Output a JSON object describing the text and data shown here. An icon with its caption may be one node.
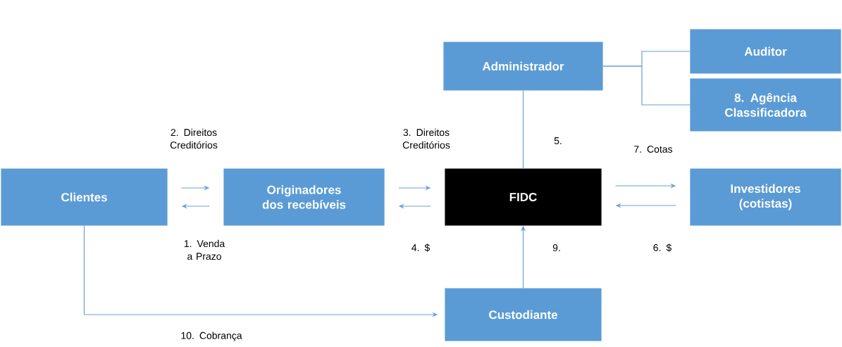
{
  "diagram": {
    "nodes": [
      {
        "text": [
          "Clientes"
        ]
      },
      {
        "text": [
          "Originadores dos recebíveis"
        ]
      },
      {
        "text": [
          "FIDC"
        ]
      },
      {
        "text": [
          "Administrador"
        ]
      },
      {
        "text": [
          "Auditor"
        ]
      },
      {
        "text": [
          "8. Agência Classificadora"
        ]
      },
      {
        "text": [
          "Investidores (cotistas)"
        ]
      },
      {
        "text": [
          "Custodiante"
        ]
      }
    ],
    "edges": [
      {
        "from": 0,
        "to": 1,
        "arrow": "to",
        "label": "2. Direitos Creditórios"
      },
      {
        "from": 1,
        "to": 0,
        "arrow": "to",
        "label": "1. Venda a Prazo"
      },
      {
        "from": 1,
        "to": 2,
        "arrow": "to",
        "label": "3. Direitos Creditórios"
      },
      {
        "from": 2,
        "to": 1,
        "arrow": "to",
        "label": "4. $"
      },
      {
        "from": 2,
        "to": 6,
        "arrow": "to",
        "label": "7. Cotas"
      },
      {
        "from": 6,
        "to": 2,
        "arrow": "to",
        "label": "6. $"
      },
      {
        "from": 3,
        "to": 2,
        "arrow": "none",
        "label": "5."
      },
      {
        "from": 3,
        "to": 4,
        "arrow": "none"
      },
      {
        "from": 3,
        "to": 5,
        "arrow": "none"
      },
      {
        "from": 7,
        "to": 2,
        "arrow": "to",
        "label": "9."
      },
      {
        "from": 0,
        "to": 7,
        "arrow": "to",
        "label": "10. Cobrança"
      }
    ]
  }
}
